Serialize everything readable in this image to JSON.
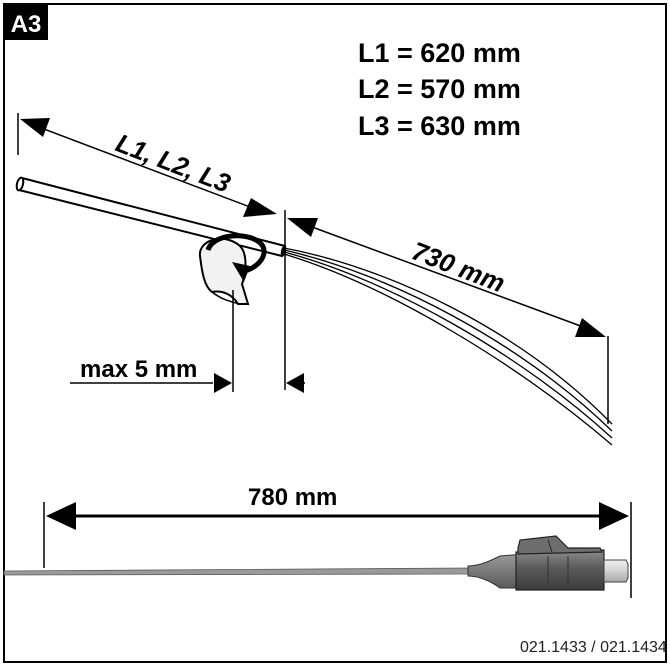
{
  "figure_label": "A3",
  "lengths": {
    "l1": "L1 = 620 mm",
    "l2": "L2 = 570 mm",
    "l3": "L3 = 630 mm"
  },
  "dimensions": {
    "sheath_length": "L1, L2, L3",
    "fiber_length": "730 mm",
    "strip_max": "max 5 mm",
    "pigtail_length": "780 mm"
  },
  "part_numbers": "021.1433 / 021.1434",
  "colors": {
    "ink": "#000000",
    "fiber_gray": "#8a8a8a",
    "connector_dark": "#5e5e5e",
    "ferrule_light": "#d8d8d8"
  }
}
